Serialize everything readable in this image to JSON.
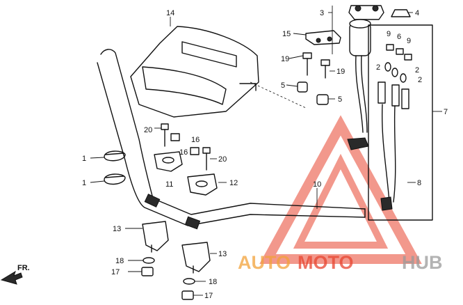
{
  "callouts": {
    "c1a": "1",
    "c1b": "1",
    "c2a": "2",
    "c2b": "2",
    "c2c": "2",
    "c3": "3",
    "c4": "4",
    "c5a": "5",
    "c5b": "5",
    "c6": "6",
    "c7": "7",
    "c8": "8",
    "c9a": "9",
    "c9b": "9",
    "c10": "10",
    "c11": "11",
    "c12": "12",
    "c13a": "13",
    "c13b": "13",
    "c14": "14",
    "c15": "15",
    "c16a": "16",
    "c16b": "16",
    "c17a": "17",
    "c17b": "17",
    "c18a": "18",
    "c18b": "18",
    "c19a": "19",
    "c19b": "19",
    "c20a": "20",
    "c20b": "20"
  },
  "fr_label": "FR.",
  "watermark": {
    "part1": "AUTO",
    "part2": "MOTO",
    "part3": "HUB",
    "color_red": "#e8442f",
    "color_orange": "#f2a23a",
    "color_gray": "#9a9a9a"
  }
}
